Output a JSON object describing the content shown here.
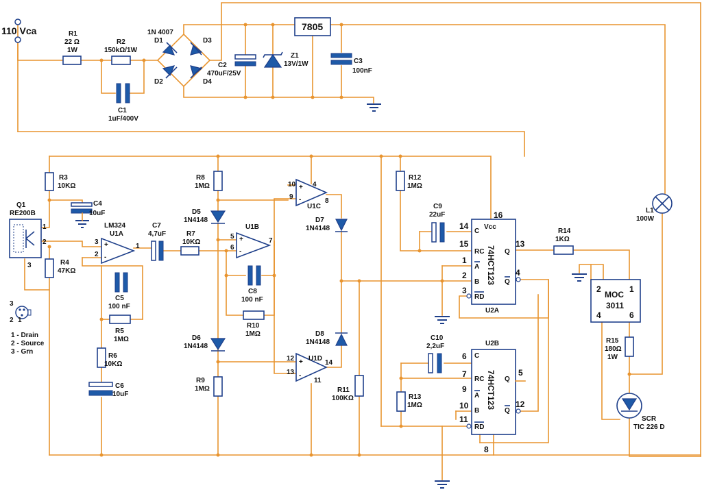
{
  "supply": {
    "label": "110 Vca"
  },
  "regulator": {
    "label": "7805"
  },
  "components": {
    "r1": [
      "R1",
      "22 Ω",
      "1W"
    ],
    "r2": [
      "R2",
      "150kΩ/1W"
    ],
    "c1": [
      "C1",
      "1uF/400V"
    ],
    "d1": [
      "1N 4007",
      "D1"
    ],
    "d2": [
      "D2"
    ],
    "d3": [
      "D3"
    ],
    "d4": [
      "D4"
    ],
    "c2": [
      "C2",
      "470uF/25V"
    ],
    "z1": [
      "Z1",
      "13V/1W"
    ],
    "c3": [
      "C3",
      "100nF"
    ],
    "r3": [
      "R3",
      "10KΩ"
    ],
    "c4": [
      "C4",
      "10uF"
    ],
    "q1": [
      "Q1",
      "RE200B"
    ],
    "r4": [
      "R4",
      "47KΩ"
    ],
    "u1a": [
      "LM324",
      "U1A"
    ],
    "c7": [
      "C7",
      "4,7uF"
    ],
    "r7": [
      "R7",
      "10KΩ"
    ],
    "c5": [
      "C5",
      "100 nF"
    ],
    "r5": [
      "R5",
      "1MΩ"
    ],
    "r6": [
      "R6",
      "10KΩ"
    ],
    "c6": [
      "C6",
      "10uF"
    ],
    "r8": [
      "R8",
      "1MΩ"
    ],
    "d5": [
      "D5",
      "1N4148"
    ],
    "u1b": [
      "U1B"
    ],
    "c8": [
      "C8",
      "100 nF"
    ],
    "r10": [
      "R10",
      "1MΩ"
    ],
    "d6": [
      "D6",
      "1N4148"
    ],
    "r9": [
      "R9",
      "1MΩ"
    ],
    "u1c": [
      "U1C"
    ],
    "d7": [
      "D7",
      "1N4148"
    ],
    "u1d": [
      "U1D"
    ],
    "d8": [
      "D8",
      "1N4148"
    ],
    "r11": [
      "R11",
      "100KΩ"
    ],
    "r12": [
      "R12",
      "1MΩ"
    ],
    "c9": [
      "C9",
      "22uF"
    ],
    "r13": [
      "R13",
      "1MΩ"
    ],
    "c10": [
      "C10",
      "2,2uF"
    ],
    "r14": [
      "R14",
      "1KΩ"
    ],
    "l1": [
      "L1",
      "100W"
    ],
    "moc": [
      "MOC",
      "3011"
    ],
    "r15": [
      "R15",
      "180Ω",
      "1W"
    ],
    "scr": [
      "SCR",
      "TIC 226 D"
    ]
  },
  "u2a": {
    "part": "74HCT123",
    "ref": "U2A",
    "pins": [
      "C",
      "RC",
      "A",
      "B",
      "RD",
      "Vcc",
      "Q",
      "Q"
    ],
    "pin_numbers": [
      "14",
      "15",
      "1",
      "2",
      "3",
      "16",
      "13",
      "4"
    ]
  },
  "u2b": {
    "part": "74HCT123",
    "ref": "U2B",
    "pins": [
      "C",
      "RC",
      "A",
      "B",
      "RD",
      "Q",
      "Q"
    ],
    "pin_numbers": [
      "6",
      "7",
      "9",
      "10",
      "11",
      "5",
      "12",
      "8"
    ]
  },
  "moc_pins": [
    "2",
    "1",
    "4",
    "6"
  ],
  "opamp_pins": {
    "u1a": [
      "3",
      "2",
      "1"
    ],
    "u1b": [
      "5",
      "6",
      "7"
    ],
    "u1c": [
      "10",
      "9",
      "8",
      "4"
    ],
    "u1d": [
      "12",
      "13",
      "14",
      "11"
    ],
    "q1": [
      "1",
      "2",
      "3"
    ]
  },
  "legend": {
    "pins": [
      "3",
      "2",
      "1"
    ],
    "lines": [
      "1 - Drain",
      "2 - Source",
      "3 - Grn"
    ]
  }
}
